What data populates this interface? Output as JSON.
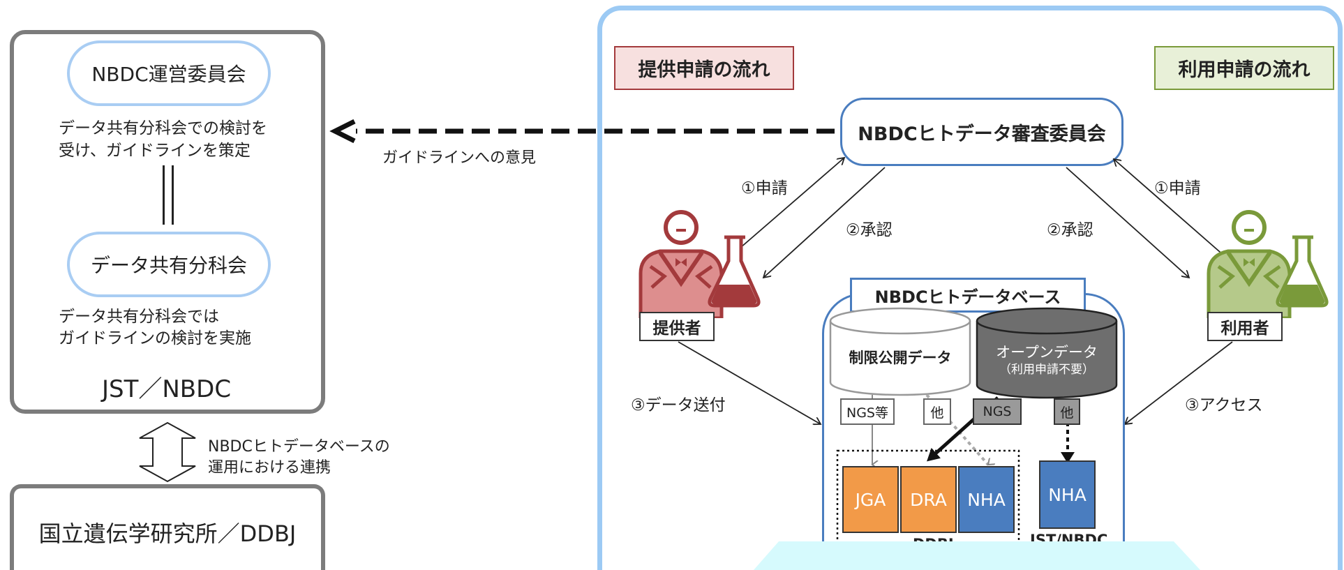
{
  "left": {
    "committee": "NBDC運営委員会",
    "committee_desc_1": "データ共有分科会での検討を",
    "committee_desc_2": "受け、ガイドラインを策定",
    "subcommittee": "データ共有分科会",
    "subcommittee_desc_1": "データ共有分科会では",
    "subcommittee_desc_2": "ガイドラインの検討を実施",
    "org": "JST／NBDC",
    "cooperation_1": "NBDCヒトデータベースの",
    "cooperation_2": "運用における連携",
    "institute": "国立遺伝学研究所／DDBJ"
  },
  "guideline_opinion": "ガイドラインへの意見",
  "right": {
    "flow_provide": "提供申請の流れ",
    "flow_use": "利用申請の流れ",
    "review_committee": "NBDCヒトデータ審査委員会",
    "apply_left": "①申請",
    "approve_left": "②承認",
    "apply_right": "①申請",
    "approve_right": "②承認",
    "provider": "提供者",
    "user": "利用者",
    "send_data": "③データ送付",
    "access": "③アクセス",
    "database_title": "NBDCヒトデータベース",
    "restricted_data": "制限公開データ",
    "open_data": "オープンデータ",
    "open_data_note": "（利用申請不要）",
    "tag_ngs_etc": "NGS等",
    "tag_other_1": "他",
    "tag_ngs": "NGS",
    "tag_other_2": "他",
    "jga": "JGA",
    "dra": "DRA",
    "nha_ddbj": "NHA",
    "nha_jst": "NHA",
    "ddbj_label": "DDBJ",
    "jst_nbdc_label": "JST/NBDC"
  },
  "colors": {
    "panel_blue": "#9ccaf4",
    "pill_blue": "#a9cdf3",
    "provider_red": "#a33a3c",
    "provider_fill": "#dd8e8e",
    "user_green": "#7a9a3a",
    "user_fill": "#b5c98a",
    "orange": "#f29a48",
    "blue_box": "#4a7dbf",
    "cyan": "#d6fafd"
  }
}
